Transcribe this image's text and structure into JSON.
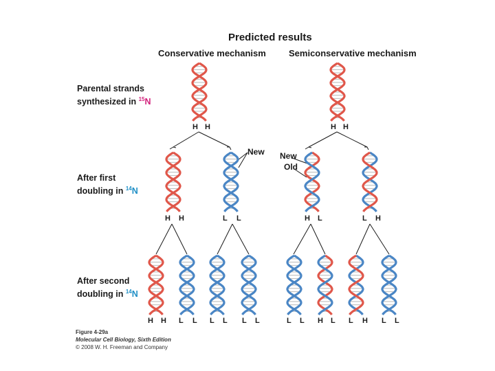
{
  "title": "Predicted results",
  "headers": {
    "conservative": "Conservative mechanism",
    "semiconservative": "Semiconservative mechanism"
  },
  "row_labels": {
    "parental": {
      "line1": "Parental strands",
      "line2": "synthesized in ",
      "isotope_mass": "15",
      "isotope_symbol": "N"
    },
    "first": {
      "line1": "After first",
      "line2": "doubling in ",
      "isotope_mass": "14",
      "isotope_symbol": "N"
    },
    "second": {
      "line1": "After second",
      "line2": "doubling in ",
      "isotope_mass": "14",
      "isotope_symbol": "N"
    }
  },
  "annotations": {
    "new_conservative": "New",
    "new_semi": "New",
    "old_semi": "Old"
  },
  "strand_labels": {
    "parental_conservative": [
      "H",
      "H"
    ],
    "parental_semi": [
      "H",
      "H"
    ],
    "first_conservative": [
      [
        "H",
        "H"
      ],
      [
        "L",
        "L"
      ]
    ],
    "first_semi": [
      [
        "H",
        "L"
      ],
      [
        "L",
        "H"
      ]
    ],
    "second_conservative": [
      [
        "H",
        "H"
      ],
      [
        "L",
        "L"
      ],
      [
        "L",
        "L"
      ],
      [
        "L",
        "L"
      ]
    ],
    "second_semi": [
      [
        "L",
        "L"
      ],
      [
        "H",
        "L"
      ],
      [
        "L",
        "H"
      ],
      [
        "L",
        "L"
      ]
    ]
  },
  "caption": {
    "figure": "Figure 4-29a",
    "book": "Molecular Cell Biology, Sixth Edition",
    "copyright": "© 2008 W. H. Freeman and Company"
  },
  "colors": {
    "heavy_strand": "#e0574a",
    "light_strand": "#4a86c5",
    "isotope_15": "#d21f7a",
    "isotope_14": "#1f8fc6"
  }
}
